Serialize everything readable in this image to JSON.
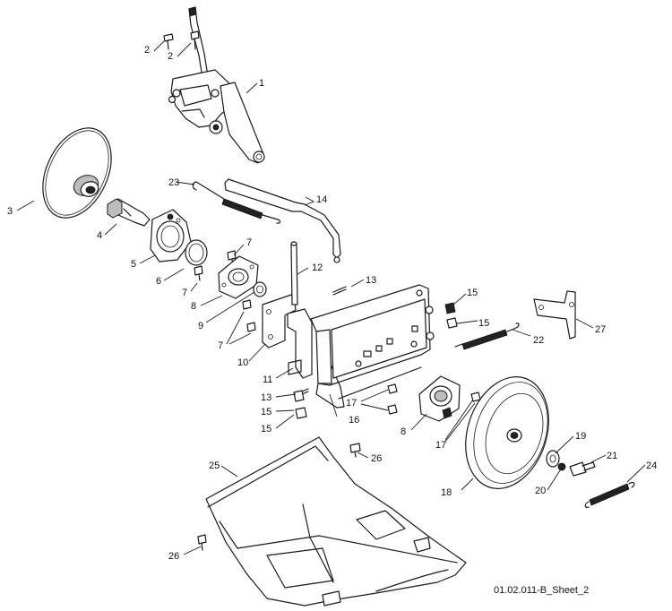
{
  "sheet_id": "01.02.011-B_Sheet_2",
  "callouts": [
    {
      "id": "c1",
      "label": "1"
    },
    {
      "id": "c2a",
      "label": "2"
    },
    {
      "id": "c2b",
      "label": "2"
    },
    {
      "id": "c3",
      "label": "3"
    },
    {
      "id": "c4",
      "label": "4"
    },
    {
      "id": "c5",
      "label": "5"
    },
    {
      "id": "c6",
      "label": "6"
    },
    {
      "id": "c7a",
      "label": "7"
    },
    {
      "id": "c7b",
      "label": "7"
    },
    {
      "id": "c7c",
      "label": "7"
    },
    {
      "id": "c8a",
      "label": "8"
    },
    {
      "id": "c8b",
      "label": "8"
    },
    {
      "id": "c9",
      "label": "9"
    },
    {
      "id": "c10",
      "label": "10"
    },
    {
      "id": "c11",
      "label": "11"
    },
    {
      "id": "c12",
      "label": "12"
    },
    {
      "id": "c13a",
      "label": "13"
    },
    {
      "id": "c13b",
      "label": "13"
    },
    {
      "id": "c14",
      "label": "14"
    },
    {
      "id": "c15a",
      "label": "15"
    },
    {
      "id": "c15b",
      "label": "15"
    },
    {
      "id": "c15c",
      "label": "15"
    },
    {
      "id": "c15d",
      "label": "15"
    },
    {
      "id": "c16",
      "label": "16"
    },
    {
      "id": "c17a",
      "label": "17"
    },
    {
      "id": "c17b",
      "label": "17"
    },
    {
      "id": "c18",
      "label": "18"
    },
    {
      "id": "c19",
      "label": "19"
    },
    {
      "id": "c20",
      "label": "20"
    },
    {
      "id": "c21",
      "label": "21"
    },
    {
      "id": "c22",
      "label": "22"
    },
    {
      "id": "c23",
      "label": "23"
    },
    {
      "id": "c24",
      "label": "24"
    },
    {
      "id": "c25",
      "label": "25"
    },
    {
      "id": "c26a",
      "label": "26"
    },
    {
      "id": "c26b",
      "label": "26"
    },
    {
      "id": "c27",
      "label": "27"
    }
  ]
}
